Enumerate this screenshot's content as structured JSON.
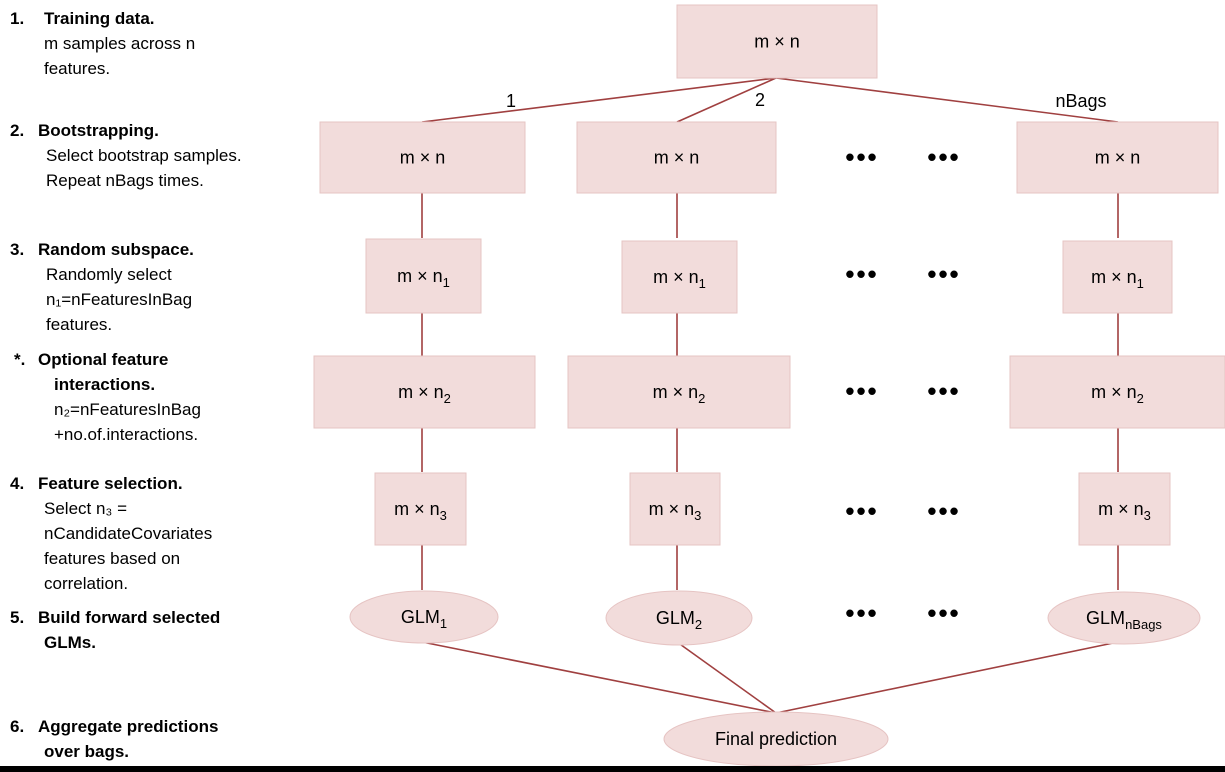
{
  "steps": [
    {
      "num": "1.",
      "title": "Training data.",
      "lines": [
        "m samples across n",
        "features."
      ]
    },
    {
      "num": "2.",
      "title": "Bootstrapping.",
      "lines": [
        "Select bootstrap samples.",
        "Repeat nBags times."
      ]
    },
    {
      "num": "3.",
      "title": "Random subspace.",
      "lines": [
        "Randomly select",
        "n₁=nFeaturesInBag",
        "features."
      ]
    },
    {
      "num": "*.",
      "title": "Optional feature",
      "title2": "interactions.",
      "lines": [
        "n₂=nFeaturesInBag",
        "+no.of.interactions."
      ]
    },
    {
      "num": "4.",
      "title": "Feature selection.",
      "lines": [
        "Select n₃ =",
        "nCandidateCovariates",
        "features based on",
        "correlation."
      ]
    },
    {
      "num": "5.",
      "title": "Build forward selected",
      "title2": "GLMs."
    },
    {
      "num": "6.",
      "title": "Aggregate predictions",
      "title2": "over bags."
    }
  ],
  "diagram": {
    "root_label": "m × n",
    "edge_labels": [
      "1",
      "2",
      "nBags"
    ],
    "boot_label": "m × n",
    "sub_label": {
      "base": "m × n",
      "sub": "1"
    },
    "inter_label": {
      "base": "m × n",
      "sub": "2"
    },
    "sel_label": {
      "base": "m × n",
      "sub": "3"
    },
    "glms": [
      {
        "base": "GLM",
        "sub": "1"
      },
      {
        "base": "GLM",
        "sub": "2"
      },
      {
        "base": "GLM",
        "sub": "nBags"
      }
    ],
    "final_label": "Final prediction",
    "ellipsis": "•••",
    "colors": {
      "fill": "#f2dcdb",
      "stroke": "#c0504d",
      "line": "#a04040"
    }
  }
}
